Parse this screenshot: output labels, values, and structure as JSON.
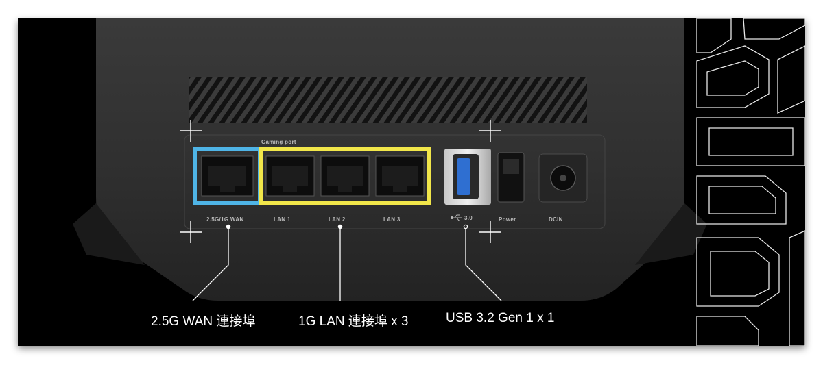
{
  "colors": {
    "wan_highlight": "#4fb4e6",
    "lan_highlight": "#f1e64a",
    "usb_port": "#2f6fd1",
    "callout_text": "#ffffff"
  },
  "panel": {
    "gaming_port_label": "Gaming port",
    "port_labels": {
      "wan": "2.5G/1G WAN",
      "lan1": "LAN 1",
      "lan2": "LAN 2",
      "lan3": "LAN 3",
      "usb": "3.0",
      "power": "Power",
      "dcin": "DCIN"
    }
  },
  "callouts": {
    "wan": "2.5G WAN 連接埠",
    "lan": "1G LAN 連接埠 x 3",
    "usb": "USB 3.2 Gen 1 x 1"
  },
  "icons": [
    "usb-icon",
    "crosshair-icon",
    "rog-logo-outline"
  ]
}
